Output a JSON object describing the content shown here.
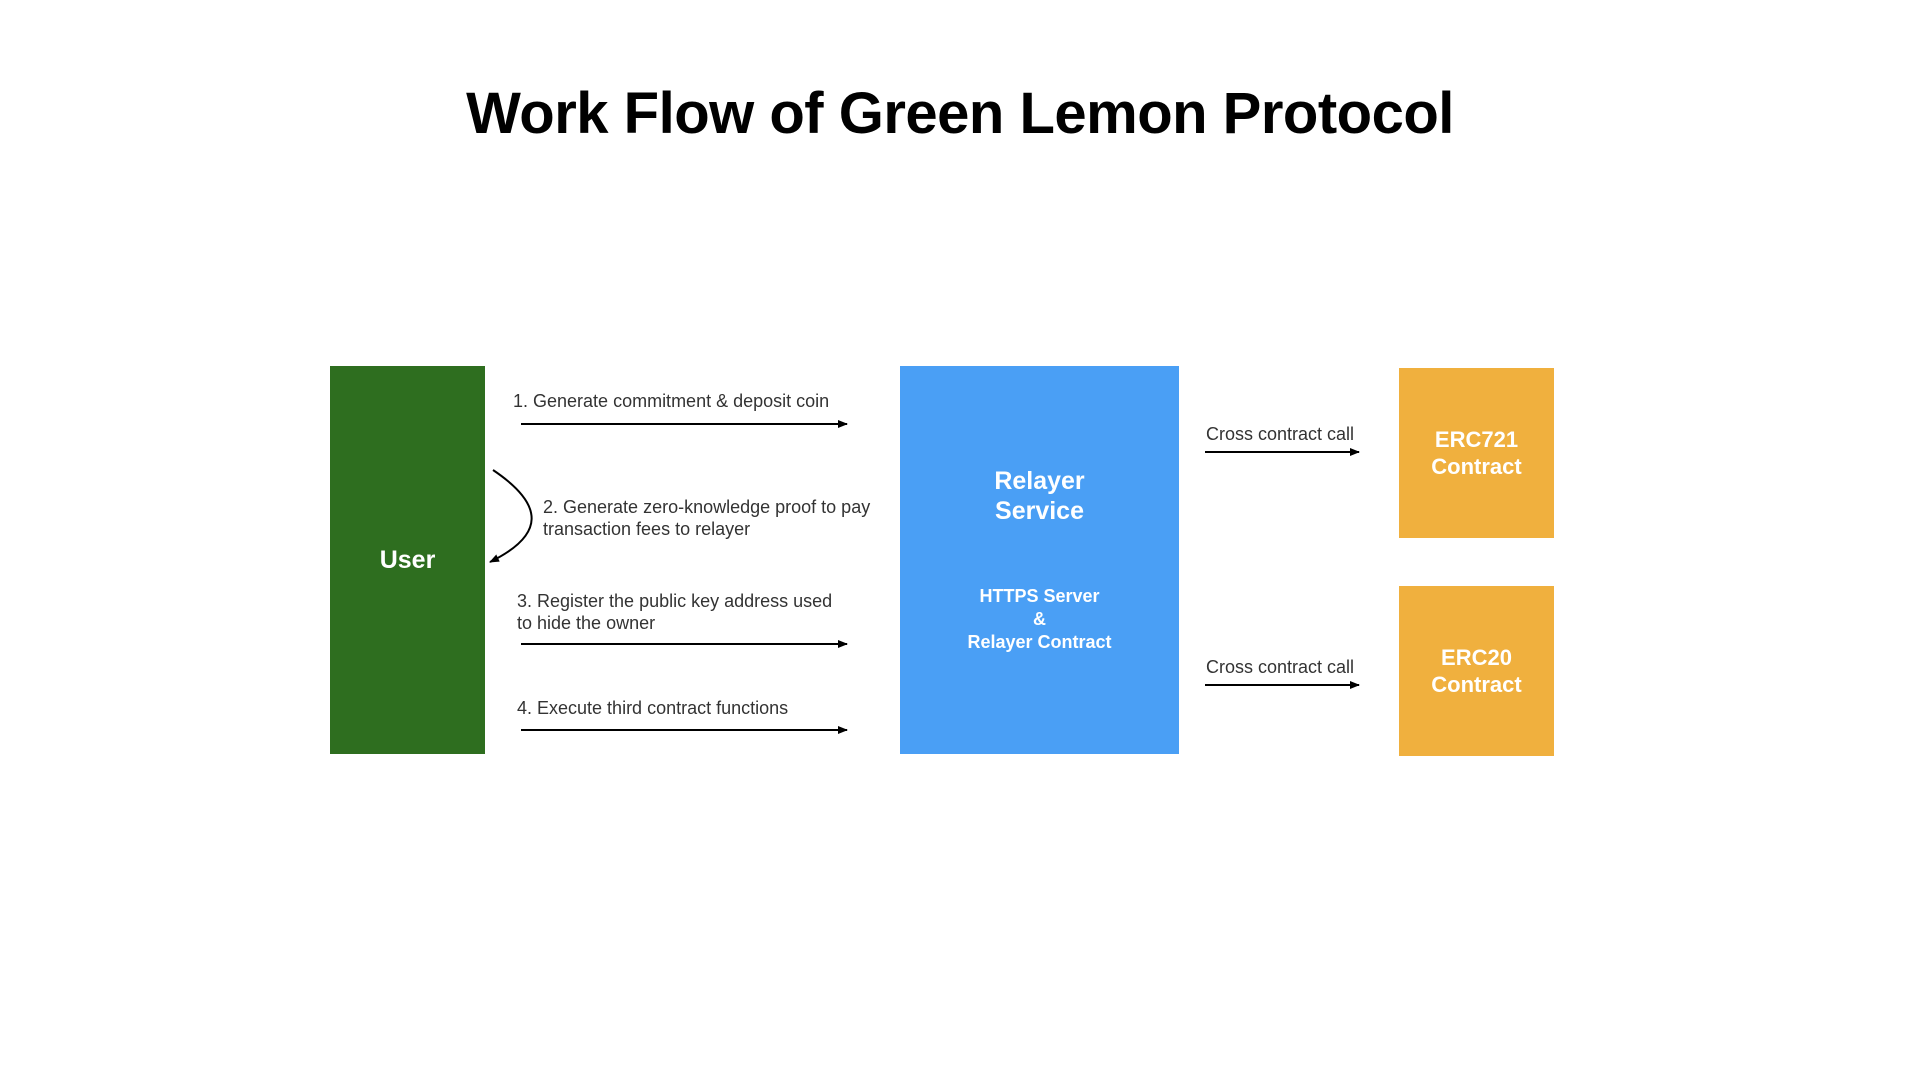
{
  "title": "Work Flow of Green Lemon Protocol",
  "nodes": {
    "user": {
      "label": "User",
      "color": "#2e6e1f"
    },
    "relayer": {
      "title": "Relayer\nService",
      "subtitle": "HTTPS Server\n&\nRelayer Contract",
      "color": "#4a9ff5"
    },
    "erc721": {
      "label": "ERC721\nContract",
      "color": "#f0b03e"
    },
    "erc20": {
      "label": "ERC20\nContract",
      "color": "#f0b03e"
    }
  },
  "steps": [
    {
      "label": "1. Generate commitment & deposit coin"
    },
    {
      "label": "2. Generate zero-knowledge proof to pay\ntransaction fees to relayer"
    },
    {
      "label": "3. Register the public key address used\nto hide the owner"
    },
    {
      "label": "4. Execute third contract functions"
    }
  ],
  "calls": [
    {
      "label": "Cross contract call"
    },
    {
      "label": "Cross contract call"
    }
  ]
}
